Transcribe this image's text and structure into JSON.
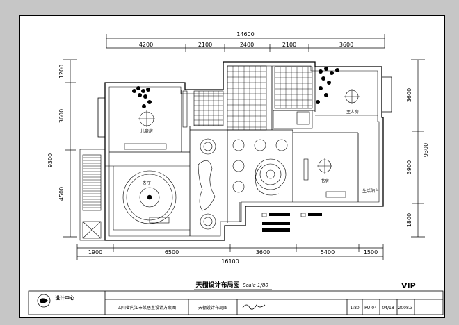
{
  "dims": {
    "top_total": "14600",
    "top_segments": [
      "4200",
      "2100",
      "2400",
      "2100",
      "3600"
    ],
    "left": [
      "1200",
      "3600",
      "9300",
      "4500"
    ],
    "right": [
      "3600",
      "9300",
      "3900",
      "1800"
    ],
    "bottom_segments": [
      "1900",
      "6500",
      "3600",
      "5400",
      "1500"
    ],
    "bottom_total": "16100"
  },
  "rooms": {
    "children_room": "儿童房",
    "master_bedroom": "主人房",
    "living_room": "客厅",
    "study": "书房",
    "balcony": "生活阳台"
  },
  "drawing_title": "天棚设计布局图",
  "drawing_scale": "Scale 1/80",
  "title_block": {
    "company_logo_text": "设计中心",
    "brand": "VIP",
    "project": "四川省内江市某居室设计方案图",
    "sheet_name": "天棚设计布局图",
    "scale": "1:80",
    "sheet_no": "PU-04",
    "page": "04/18",
    "date": "2008.3"
  },
  "colors": {
    "line": "#000000",
    "sheet": "#ffffff",
    "border": "#c6c6c6"
  }
}
